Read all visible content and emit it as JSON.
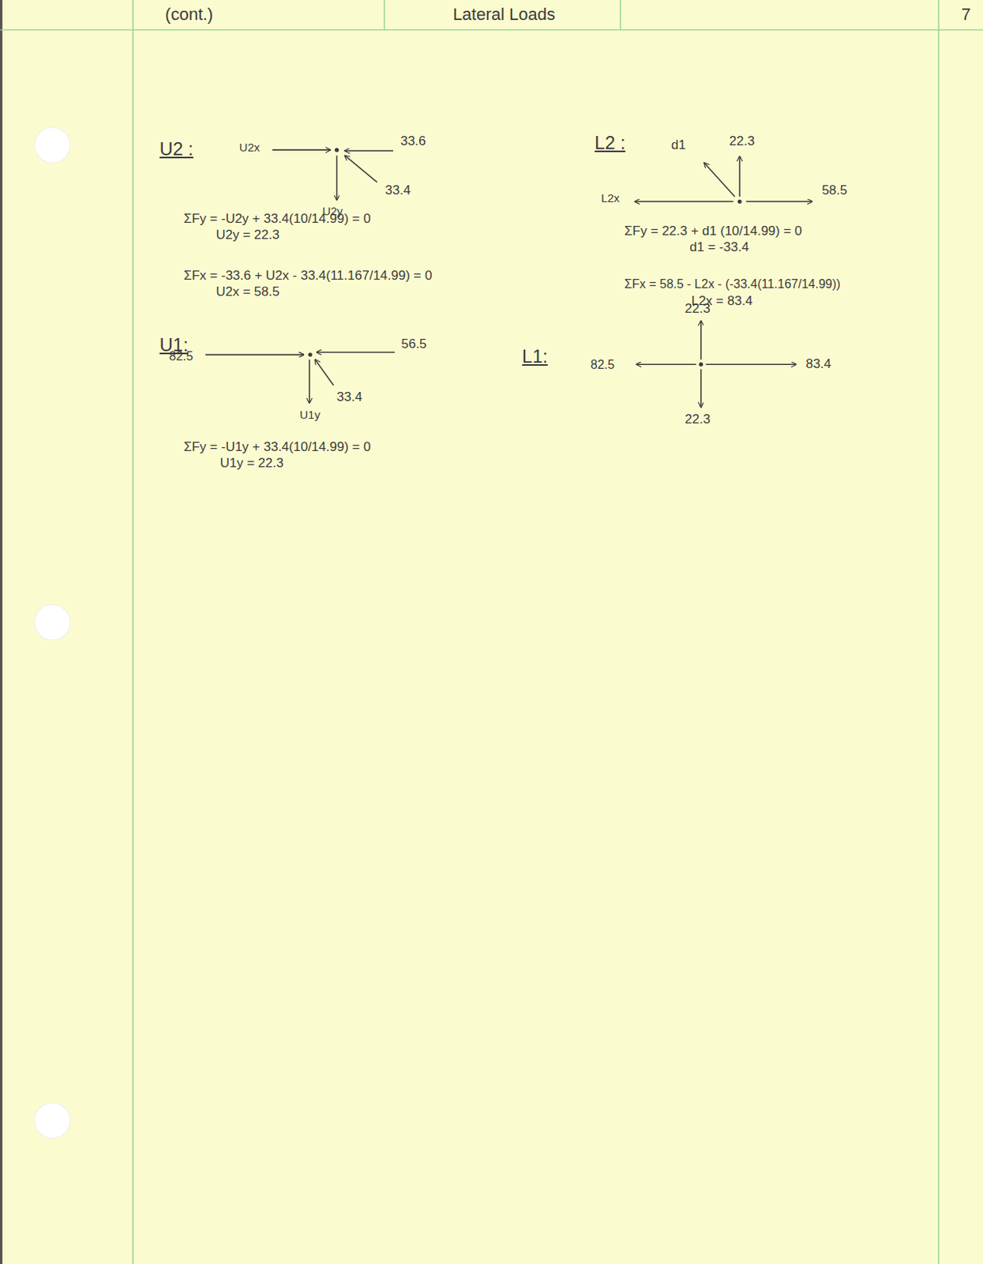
{
  "diagram": {
    "labels": [
      "(cont.)",
      "Lateral Loads",
      "7",
      "U2 :",
      "U2x",
      "33.6",
      "33.4",
      "U2y",
      "ΣFy = -U2y + 33.4(10/14.99) = 0",
      "U2y = 22.3",
      "ΣFx = -33.6 + U2x - 33.4(11.167/14.99) = 0",
      "U2x = 58.5",
      "L2 :",
      "d1",
      "22.3",
      "58.5",
      "L2x",
      "ΣFy = 22.3 + d1 (10/14.99) = 0",
      "d1 = -33.4",
      "ΣFx = 58.5 - L2x - (-33.4(11.167/14.99))",
      "L2x = 83.4",
      "U1:",
      "82.5",
      "56.5",
      "33.4",
      "U1y",
      "ΣFy = -U1y + 33.4(10/14.99) = 0",
      "U1y = 22.3",
      "L1:",
      "22.3",
      "82.5",
      "83.4",
      "22.3"
    ]
  }
}
